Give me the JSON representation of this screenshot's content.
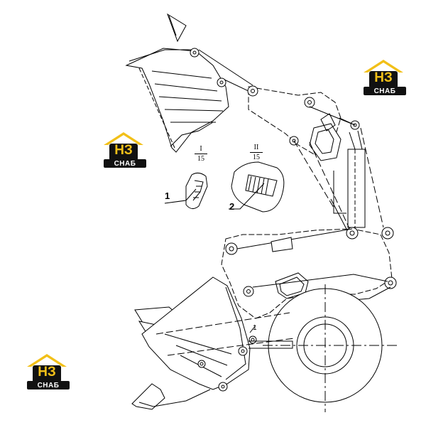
{
  "logo": {
    "top": "НЗ",
    "bottom": "СНАБ",
    "colors": {
      "roof": "#f2c018",
      "box": "#111111",
      "letter": "#f2c018",
      "text": "#ffffff"
    }
  },
  "views": [
    {
      "roman": "I",
      "scale": "15"
    },
    {
      "roman": "II",
      "scale": "15"
    }
  ],
  "callouts": [
    "1",
    "2",
    "1"
  ],
  "line_color": "#000000"
}
